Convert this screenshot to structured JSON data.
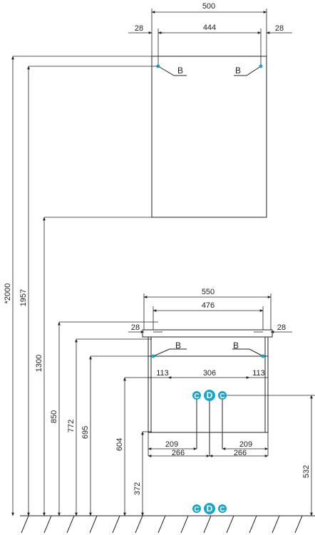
{
  "top_dims": {
    "width_total": "500",
    "gap_left": "28",
    "inner": "444",
    "gap_right": "28"
  },
  "vertical_dims": {
    "total_height": "*2000",
    "mirror_top": "1957",
    "mirror_bottom": "1300",
    "cabinet_top": "850",
    "drawer_top": "772",
    "mount_height": "695",
    "cabinet_bottom": "604",
    "floor_gap": "372",
    "outlet_height": "532"
  },
  "cabinet_dims": {
    "width_total": "550",
    "inner": "476",
    "gap_left": "28",
    "gap_right": "28",
    "mount_left": "113",
    "mount_span": "306",
    "mount_right": "113",
    "pipe_left": "209",
    "pipe_right": "209",
    "half_left": "266",
    "half_right": "266"
  },
  "labels": {
    "b": "B",
    "c": "C",
    "d": "D"
  },
  "colors": {
    "line": "#222222",
    "accent": "#1aa5c8"
  }
}
